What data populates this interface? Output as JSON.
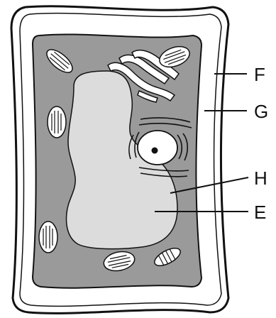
{
  "diagram": {
    "labels": {
      "F": "F",
      "G": "G",
      "H": "H",
      "E": "E"
    },
    "colors": {
      "background": "#ffffff",
      "cell_wall_fill": "#ffffff",
      "cytoplasm": "#9a9a9a",
      "vacuole": "#dcdcdc",
      "outline": "#111111",
      "organelle_fill": "#ffffff"
    },
    "parts": [
      "cell-wall",
      "cell-membrane",
      "cytoplasm",
      "vacuole",
      "nucleus",
      "nucleolus",
      "endoplasmic-reticulum",
      "golgi",
      "chloroplasts",
      "mitochondria"
    ]
  }
}
